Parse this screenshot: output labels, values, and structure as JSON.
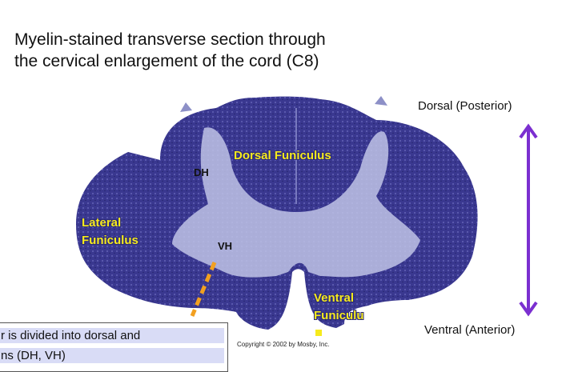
{
  "title": "Myelin-stained transverse section through the cervical enlargement of the cord (C8)",
  "orientation": {
    "dorsal": "Dorsal (Posterior)",
    "ventral": "Ventral (Anterior)",
    "arrow_color": "#7b2fd0"
  },
  "labels": {
    "dorsal_funiculus": "Dorsal  Funiculus",
    "lateral_funiculus_1": "Lateral",
    "lateral_funiculus_2": "Funiculus",
    "ventral_funiculus_1": "Ventral",
    "ventral_funiculus_2": "Funiculu",
    "dh": "DH",
    "vh": "VH"
  },
  "copyright": "Copyright © 2002 by Mosby, Inc.",
  "caption": {
    "line1": "r is divided into dorsal and",
    "line2": "ns (DH, VH)"
  },
  "colors": {
    "white_matter": "#3a3890",
    "gray_matter": "#bfc3e6",
    "label_yellow": "#f6ea1d",
    "dash_orange": "#f2a020"
  }
}
